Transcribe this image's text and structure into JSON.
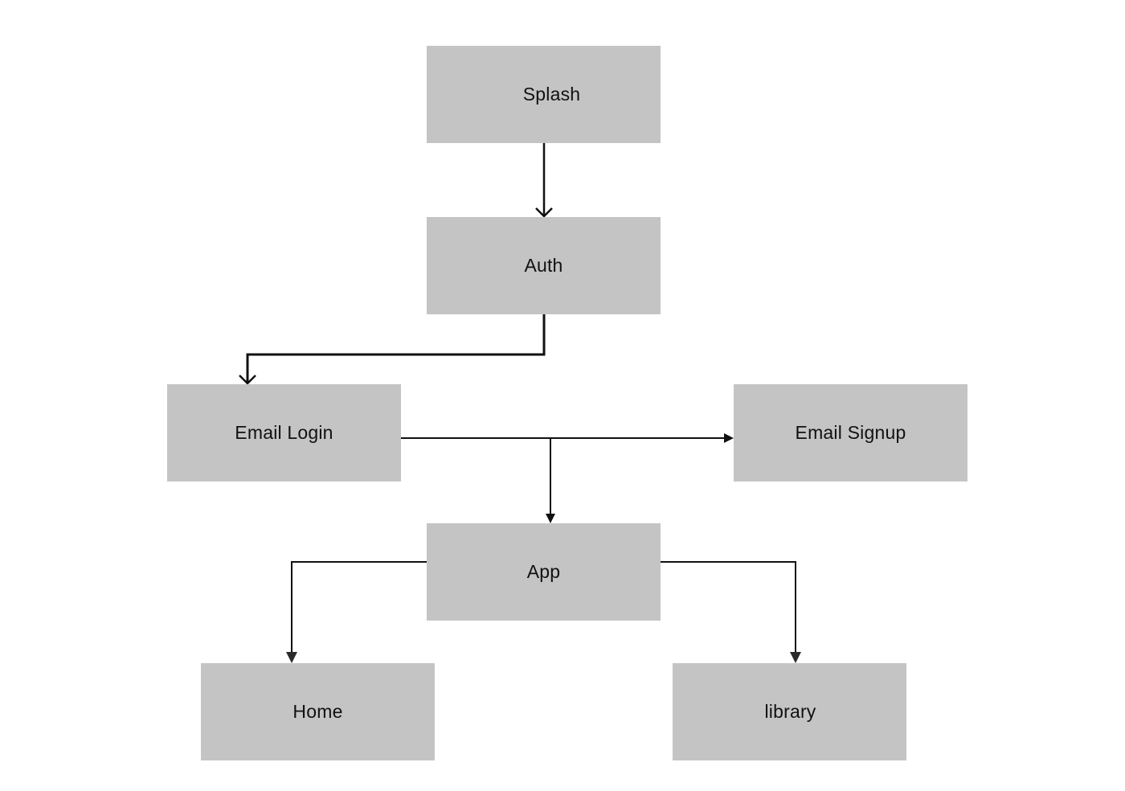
{
  "nodes": {
    "splash": "Splash",
    "auth": "Auth",
    "email_login": "Email Login",
    "email_signup": "Email Signup",
    "app": "App",
    "home": "Home",
    "library": "library"
  },
  "colors": {
    "node_fill": "#c4c4c4",
    "line": "#111111",
    "background": "#ffffff"
  },
  "edges": [
    {
      "from": "Splash",
      "to": "Auth"
    },
    {
      "from": "Auth",
      "to": "Email Login"
    },
    {
      "from": "Email Login",
      "to": "Email Signup"
    },
    {
      "from": "Email Login",
      "to": "App"
    },
    {
      "from": "App",
      "to": "Home"
    },
    {
      "from": "App",
      "to": "library"
    }
  ]
}
